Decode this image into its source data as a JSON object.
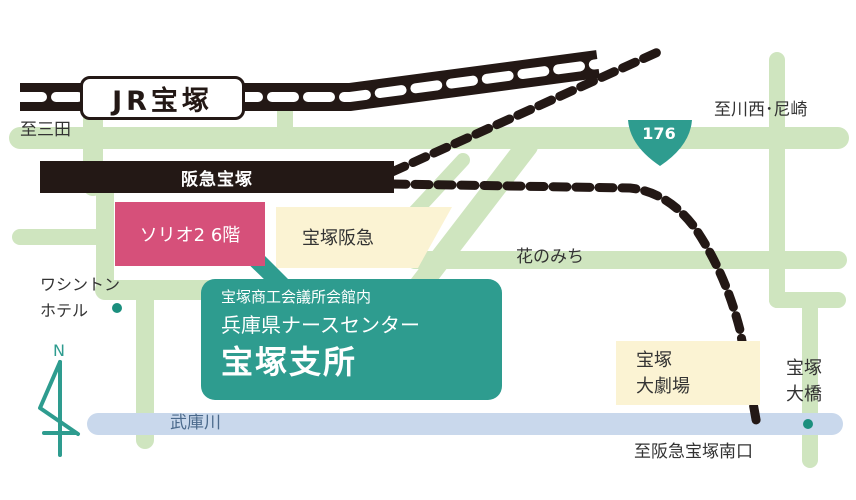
{
  "map": {
    "jr_station": "JR宝塚",
    "hankyu_station": "阪急宝塚",
    "to_sanda": "至三田",
    "to_kawanishi": "至川西･尼崎",
    "route_number": "176",
    "sorio": "ソリオ2  6階",
    "takarazuka_hankyu": "宝塚阪急",
    "hana_no_michi": "花のみち",
    "washington_hotel_line1": "ワシントン",
    "washington_hotel_line2": "ホテル",
    "callout": {
      "line1": "宝塚商工会議所会館内",
      "line2": "兵庫県ナースセンター",
      "line3": "宝塚支所"
    },
    "theater_line1": "宝塚",
    "theater_line2": "大劇場",
    "bridge_line1": "宝塚",
    "bridge_line2": "大橋",
    "river": "武庫川",
    "to_minamiguchi": "至阪急宝塚南口",
    "north": "N"
  },
  "colors": {
    "road": "#cfe5bf",
    "river": "#c9d8ec",
    "rail": "#231815",
    "callout": "#2e9c8f",
    "sorio": "#d6507a",
    "building": "#fbf3d3",
    "route_shield": "#2e9c8f"
  }
}
